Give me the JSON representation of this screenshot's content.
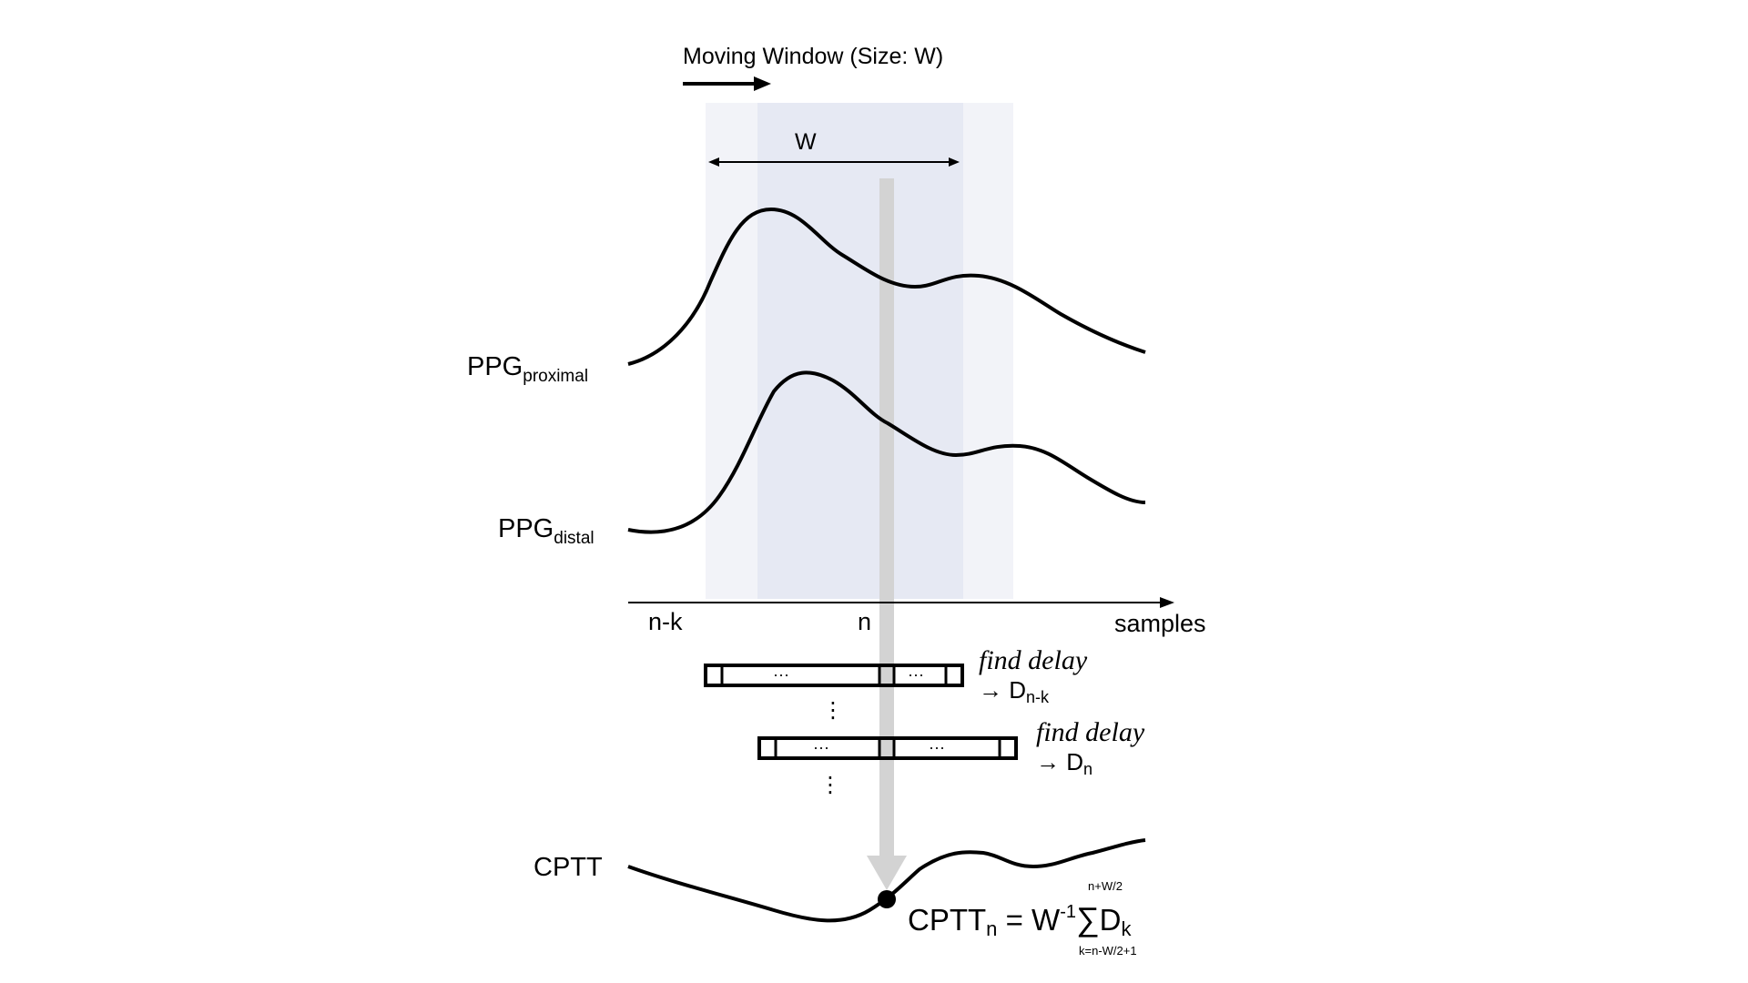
{
  "title": "Moving Window (Size: W)",
  "window_label": "W",
  "signals": {
    "proximal": {
      "base": "PPG",
      "sub": "proximal"
    },
    "distal": {
      "base": "PPG",
      "sub": "distal"
    },
    "cptt": "CPTT"
  },
  "axis": {
    "tick_nk": "n-k",
    "tick_n": "n",
    "label": "samples"
  },
  "windows": [
    {
      "dots_left": "···",
      "dots_right": "···",
      "action": "find delay",
      "arrow": "→ D",
      "sub": "n-k"
    },
    {
      "dots_left": "···",
      "dots_right": "···",
      "action": "find delay",
      "arrow": "→ D",
      "sub": "n"
    }
  ],
  "vertical_ellipsis": "⋮",
  "formula": {
    "lhs_base": "CPTT",
    "lhs_sub": "n",
    "equals": " = W",
    "exponent": "-1",
    "sigma": "∑",
    "upper": "n+W/2",
    "lower": "k=n-W/2+1",
    "term_base": "D",
    "term_sub": "k"
  },
  "colors": {
    "ink": "#000000",
    "band_outer": "#f2f3f8",
    "band_inner": "#e6e9f3",
    "marker_arrow": "#d3d3d3"
  }
}
